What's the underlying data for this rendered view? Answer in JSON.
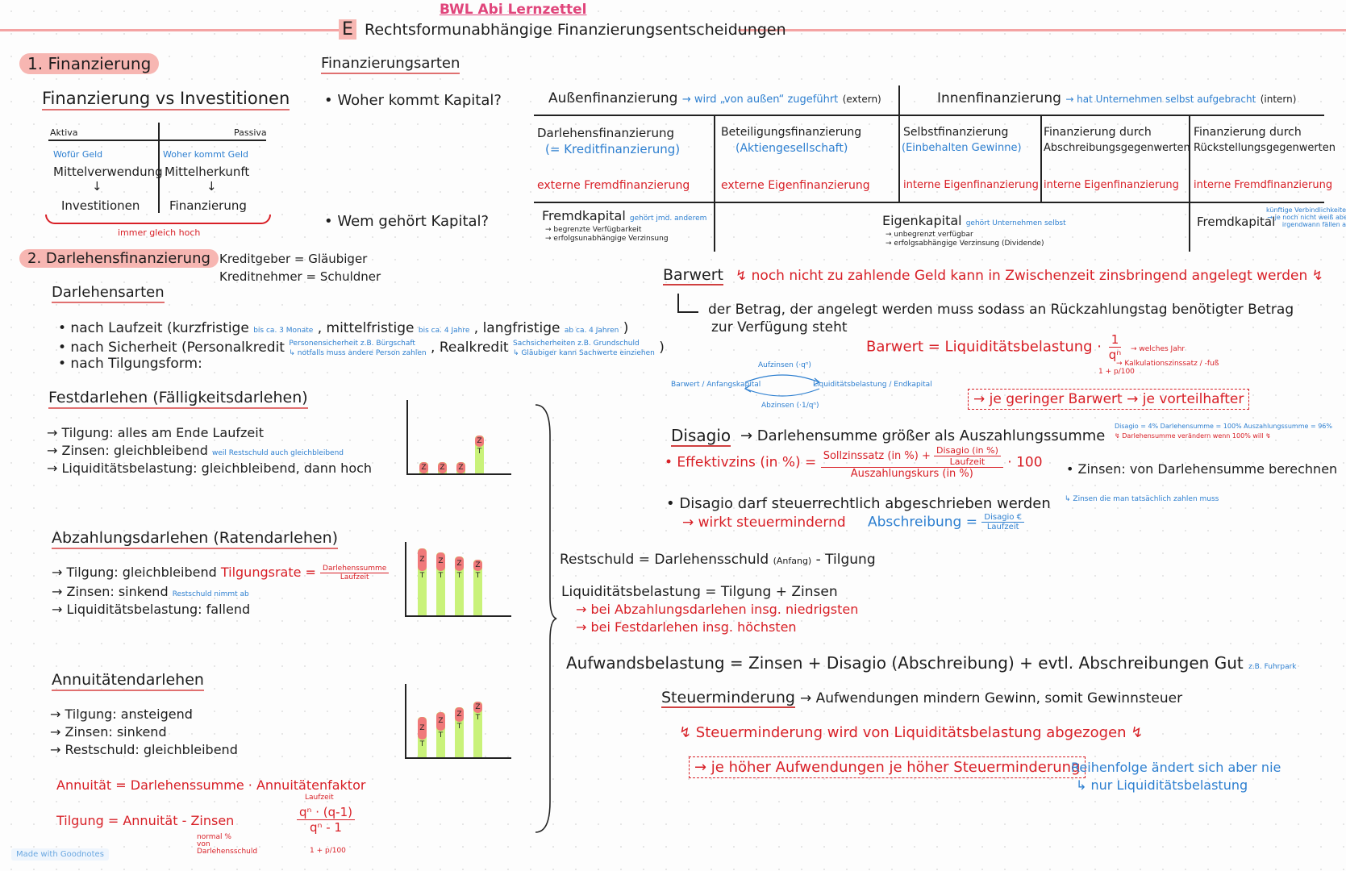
{
  "header": {
    "doc_title": "BWL Abi Lernzettel",
    "section_letter": "E",
    "section_title": "Rechtsformunabhängige Finanzierungsentscheidungen"
  },
  "s1": {
    "num": "1.",
    "title": "Finanzierung",
    "subtitle": "Finanzierung vs Investitionen",
    "aktiva": "Aktiva",
    "passiva": "Passiva",
    "wofuer": "Wofür Geld",
    "woher": "Woher kommt Geld",
    "mittelverwendung": "Mittelverwendung",
    "mittelherkunft": "Mittelherkunft",
    "arrow": "↓",
    "investitionen": "Investitionen",
    "finanzierung": "Finanzierung",
    "immer": "immer gleich hoch"
  },
  "s2": {
    "num": "2.",
    "title": "Darlehensfinanzierung",
    "kreditgeber": "Kreditgeber = Gläubiger",
    "kreditnehmer": "Kreditnehmer = Schuldner",
    "darlehensarten": "Darlehensarten",
    "laufzeit_a": "• nach Laufzeit (kurzfristige",
    "laufzeit_kurz_note": "bis ca. 3 Monate",
    "laufzeit_b": ", mittelfristige",
    "laufzeit_mittel_note": "bis ca. 4 Jahre",
    "laufzeit_c": ", langfristige",
    "laufzeit_lang_note": "ab ca. 4 Jahren",
    "laufzeit_d": ")",
    "sicherheit_a": "• nach Sicherheit (Personalkredit",
    "personal_note1": "Personensicherheit z.B. Bürgschaft",
    "personal_note2": "↳ notfalls muss andere Person zahlen",
    "sicherheit_b": ", Realkredit",
    "real_note1": "Sachsicherheiten z.B. Grundschuld",
    "real_note2": "↳ Gläubiger kann Sachwerte einziehen",
    "sicherheit_c": ")",
    "tilgungsform": "• nach Tilgungsform:"
  },
  "fest": {
    "title": "Festdarlehen (Fälligkeitsdarlehen)",
    "l1": "→ Tilgung: alles am Ende Laufzeit",
    "l2": "→ Zinsen: gleichbleibend",
    "l2_note": "weil Restschuld auch gleichbleibend",
    "l3": "→ Liquiditätsbelastung: gleichbleibend, dann hoch"
  },
  "abz": {
    "title": "Abzahlungsdarlehen (Ratendarlehen)",
    "l1": "→ Tilgung: gleichbleibend",
    "rate_label": "Tilgungsrate =",
    "rate_num": "Darlehenssumme",
    "rate_den": "Laufzeit",
    "l2": "→ Zinsen: sinkend",
    "l2_note": "Restschuld nimmt ab",
    "l3": "→ Liquiditätsbelastung: fallend"
  },
  "ann": {
    "title": "Annuitätendarlehen",
    "l1": "→ Tilgung: ansteigend",
    "l2": "→ Zinsen: sinkend",
    "l3": "→ Restschuld: gleichbleibend",
    "f1": "Annuität = Darlehenssumme · Annuitätenfaktor",
    "f2": "Tilgung = Annuität - Zinsen",
    "f2_note": "normal % von Darlehensschuld",
    "laufzeit_note": "Laufzeit",
    "faktor_num": "qⁿ · (q-1)",
    "faktor_den": "qⁿ - 1",
    "q_note": "1 + p/100"
  },
  "charts": {
    "z": "Z",
    "t": "T",
    "fest": {
      "zins": [
        1,
        1,
        1,
        1
      ],
      "tilgung": [
        0,
        0,
        0,
        3
      ]
    },
    "abz": {
      "zins": [
        4,
        3,
        2,
        1
      ],
      "tilgung": [
        5,
        5,
        5,
        5
      ]
    },
    "ann": {
      "zins": [
        4,
        3,
        2,
        1
      ],
      "tilgung": [
        2,
        3,
        4,
        5
      ]
    }
  },
  "arten": {
    "title": "Finanzierungsarten",
    "q1": "• Woher kommt Kapital?",
    "q2": "• Wem gehört Kapital?",
    "aussen": "Außenfinanzierung",
    "aussen_note": "→ wird „von außen“ zugeführt",
    "extern": "(extern)",
    "innen": "Innenfinanzierung",
    "innen_note": "→ hat Unternehmen selbst aufgebracht",
    "intern": "(intern)",
    "c1a": "Darlehensfinanzierung",
    "c1b": "(= Kreditfinanzierung)",
    "c2a": "Beteiligungsfinanzierung",
    "c2b": "(Aktiengesellschaft)",
    "c3a": "Selbstfinanzierung",
    "c3b": "(Einbehalten Gewinne)",
    "c4a": "Finanzierung durch",
    "c4b": "Abschreibungsgegenwerten",
    "c5a": "Finanzierung durch",
    "c5b": "Rückstellungsgegenwerten",
    "r1": "externe Fremdfinanzierung",
    "r2": "externe Eigenfinanzierung",
    "r3": "interne Eigenfinanzierung",
    "r4": "interne Eigenfinanzierung",
    "r5": "interne Fremdfinanzierung",
    "fk": "Fremdkapital",
    "fk_note": "gehört jmd. anderem",
    "fk_l1": "→ begrenzte Verfügbarkeit",
    "fk_l2": "→ erfolgsunabhängige Verzinsung",
    "ek": "Eigenkapital",
    "ek_note": "gehört Unternehmen selbst",
    "ek_l1": "→ unbegrenzt verfügbar",
    "ek_l2": "→ erfolgsabhängige Verzinsung (Dividende)",
    "fk2": "Fremdkapital",
    "fk2_n1": "künftige Verbindlichkeiten",
    "fk2_n2": "→ je noch nicht weiß aber",
    "fk2_n3": "irgendwann fällen an"
  },
  "barwert": {
    "title": "Barwert",
    "def": "↯ noch nicht zu zahlende Geld kann in Zwischenzeit zinsbringend angelegt werden ↯",
    "l1": "der Betrag, der angelegt werden muss sodass an Rückzahlungstag benötigter Betrag",
    "l2": "zur Verfügung steht",
    "formula": "Barwert = Liquiditätsbelastung ·",
    "f_num": "1",
    "f_den": "qⁿ",
    "n_note": "→ welches Jahr",
    "q_note": "→ Kalkulationszinssatz / -fuß",
    "q_def": "1 + p/100",
    "aufzinsen": "Aufzinsen (·qⁿ)",
    "abzinsen": "Abzinsen (·1/qⁿ)",
    "left_label": "Barwert / Anfangskapital",
    "right_label": "Liquiditätsbelastung / Endkapital",
    "box": "→ je geringer Barwert → je vorteilhafter"
  },
  "disagio": {
    "title": "Disagio",
    "def": "→ Darlehensumme größer als Auszahlungssumme",
    "note1": "Disagio = 4%  Darlehensumme = 100%  Auszahlungssumme = 96%",
    "note2": "↯ Darlehensumme verändern wenn 100% will ↯",
    "eff_label": "• Effektivzins (in %) =",
    "eff_num1": "Sollzinssatz (in %) +",
    "eff_dis_num": "Disagio (in %)",
    "eff_dis_den": "Laufzeit",
    "eff_den": "Auszahlungskurs (in %)",
    "eff_mul": "· 100",
    "zinsen": "• Zinsen: von Darlehensumme berechnen",
    "zinsen_note": "↳ Zinsen die man tatsächlich zahlen muss",
    "steuer": "• Disagio darf steuerrechtlich abgeschrieben werden",
    "wirkt": "→ wirkt steuermindernd",
    "abschr": "Abschreibung =",
    "abschr_num": "Disagio €",
    "abschr_den": "Laufzeit"
  },
  "rest": {
    "restschuld": "Restschuld = Darlehensschuld",
    "anfang": "(Anfang)",
    "minus": "- Tilgung",
    "liq": "Liquiditätsbelastung = Tilgung + Zinsen",
    "liq1": "→ bei Abzahlungsdarlehen insg. niedrigsten",
    "liq2": "→ bei Festdarlehen insg. höchsten",
    "aufwand": "Aufwandsbelastung = Zinsen + Disagio (Abschreibung) + evtl. Abschreibungen Gut",
    "aufwand_note": "z.B. Fuhrpark",
    "steuer_title": "Steuerminderung",
    "steuer_def": "→ Aufwendungen mindern Gewinn, somit Gewinnsteuer",
    "steuer_red": "↯ Steuerminderung wird von Liquiditätsbelastung abgezogen ↯",
    "steuer_box": "→ je höher Aufwendungen je höher Steuerminderung",
    "reihen1": "Reihenfolge ändert sich aber nie",
    "reihen2": "↳ nur Liquiditätsbelastung"
  },
  "watermark": "Made with Goodnotes",
  "colors": {
    "red": "#d81f26",
    "blue": "#2d7fd0",
    "highlight": "#f7b6b2",
    "bar_green": "#c9f27a",
    "bar_red": "#f0797a"
  }
}
